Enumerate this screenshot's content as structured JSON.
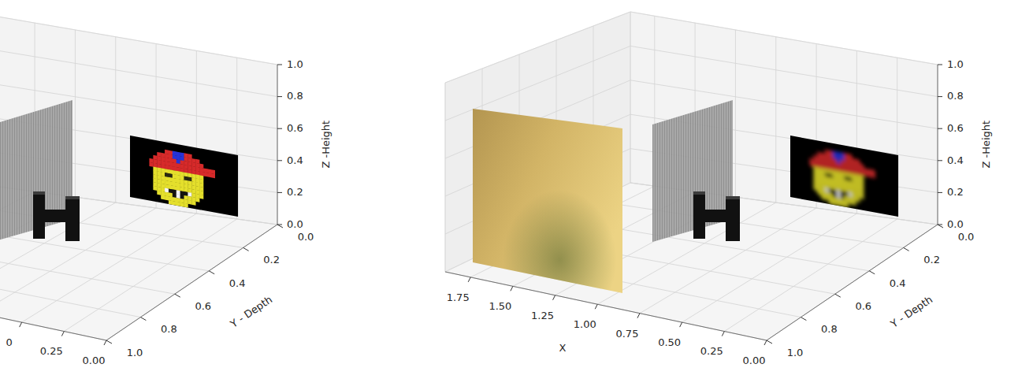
{
  "diagram": {
    "labels": [
      "1.0",
      "0.8",
      "0.6",
      "0.4",
      "0.2",
      "0.0",
      "Z -Height",
      "0.0",
      "0.2",
      "0.4",
      "0.6",
      "0.8",
      "1.0",
      "Y - Depth",
      "0",
      "0.25",
      "0.00",
      "1.0",
      "0.8",
      "0.6",
      "0.4",
      "0.2",
      "0.0",
      "Z -Height",
      "0.0",
      "0.2",
      "0.4",
      "0.6",
      "0.8",
      "1.0",
      "Y - Depth",
      "1.75",
      "1.50",
      "1.25",
      "1.00",
      "0.75",
      "0.50",
      "0.25",
      "0.00",
      "X"
    ]
  }
}
